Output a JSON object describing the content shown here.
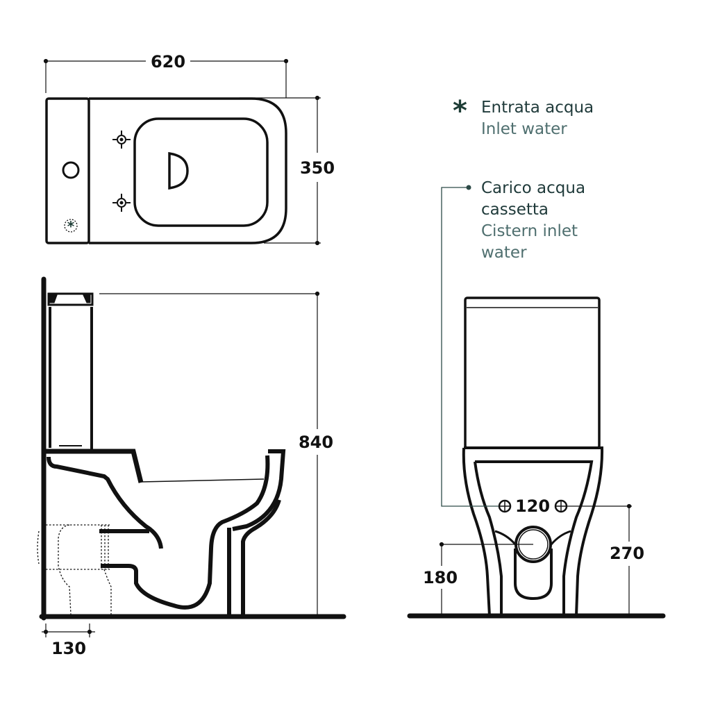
{
  "diagram": {
    "type": "technical-drawing",
    "subject": "close-coupled toilet with cistern",
    "units": "mm",
    "views": [
      "top",
      "side",
      "front"
    ]
  },
  "dimensions": {
    "width": "620",
    "depth": "350",
    "height": "840",
    "wall_offset": "130",
    "fixing_spacing": "120",
    "inlet_height": "270",
    "outlet_height": "180"
  },
  "legend": {
    "inlet": {
      "icon": "asterisk-icon",
      "label_it": "Entrata acqua",
      "label_en": "Inlet water"
    },
    "cistern": {
      "icon": "dot-leader-icon",
      "label_it_line1": "Carico acqua",
      "label_it_line2": "cassetta",
      "label_en_line1": "Cistern inlet",
      "label_en_line2": "water"
    }
  },
  "colors": {
    "line": "#111111",
    "legend_dark": "#1f3a3a",
    "legend_light": "#4f6f6f",
    "leader": "#2c4a47"
  }
}
